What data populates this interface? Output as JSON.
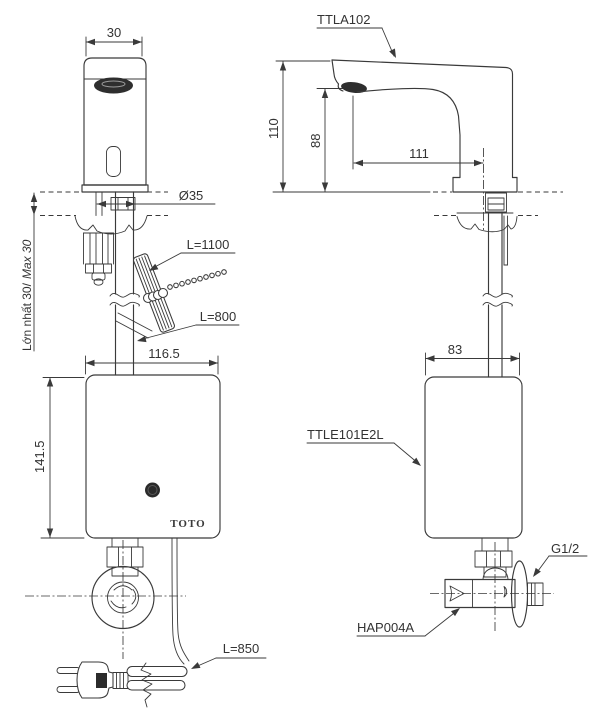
{
  "labels": {
    "faucet_model": "TTLA102",
    "controller_model": "TTLE101E2L",
    "valve_model": "HAP004A",
    "thread_spec": "G1/2",
    "brand_logo": "TOTO"
  },
  "dims": {
    "spout_width": "30",
    "overall_height": "110",
    "spout_outlet_height": "88",
    "spout_reach": "111",
    "hole_diameter": "Ø35",
    "deck_thickness_vi": "Lớn nhất 30/",
    "deck_thickness_en": "Max 30",
    "sensor_cable_length": "L=1100",
    "supply_hose_length": "L=800",
    "controller_width_front": "116.5",
    "controller_height": "141.5",
    "controller_width_side": "83",
    "power_cord_length": "L=850"
  }
}
